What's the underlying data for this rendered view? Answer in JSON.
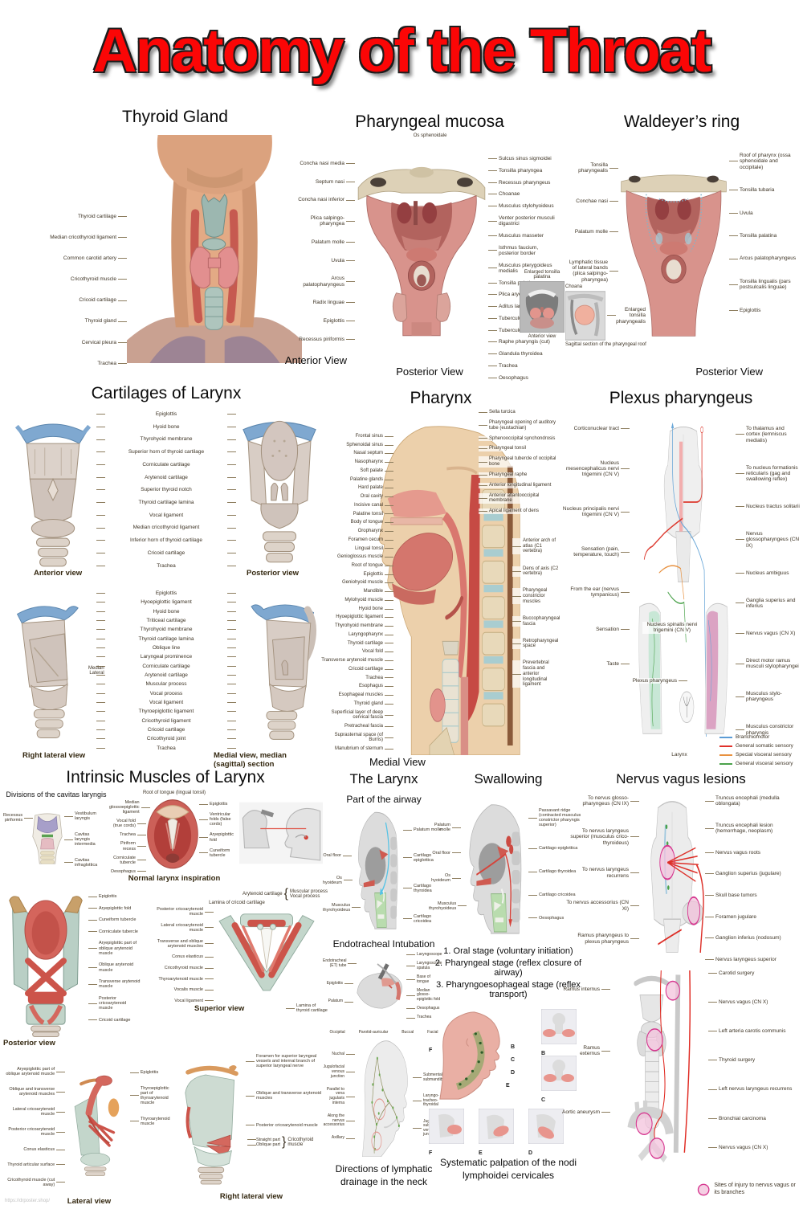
{
  "title": "Anatomy of the Throat",
  "watermark": "https://drposter.shop/",
  "sections": {
    "thyroid": {
      "title": "Thyroid Gland",
      "caption": "Anterior View",
      "labels": [
        "Thyroid cartilage",
        "Median cricothyroid ligament",
        "Common carotid artery",
        "Cricothyroid muscle",
        "Cricoid cartilage",
        "Thyroid gland",
        "Cervical pleura",
        "Trachea"
      ]
    },
    "mucosa": {
      "title": "Pharyngeal mucosa",
      "caption": "Posterior View",
      "top_label": "Os sphenoidale",
      "left_labels": [
        "Concha nasi media",
        "Septum nasi",
        "Concha nasi inferior",
        "Plica salpingo-pharyngea",
        "Palatum molle",
        "Uvula",
        "Arcus palatopharyngeus",
        "Radix linguae",
        "Epiglottis",
        "Recessus piriformis"
      ],
      "right_labels": [
        "Sulcus sinus sigmoidei",
        "Tonsilla pharyngea",
        "Recessus pharyngeus",
        "Choanae",
        "Musculus stylohyoideus",
        "Venter posterior musculi digastrici",
        "Musculus masseter",
        "Isthmus faucium, posterior border",
        "Musculus pterygoideus medialis",
        "Tonsilla palatina",
        "Plica aryepiglottica",
        "Aditus laryngis",
        "Tuberculum cuneiforme",
        "Tuberculum corniculatum",
        "Raphe pharyngis (cut)",
        "Glandula thyroidea",
        "Trachea",
        "Oesophagus"
      ],
      "inset_tonsil": {
        "label": "Enlarged tonsilla palatina",
        "caption": "Anterior view"
      }
    },
    "waldeyer": {
      "title": "Waldeyer’s ring",
      "caption": "Posterior View",
      "left_labels": [
        "Tonsilla pharyngealis",
        "Conchae nasi",
        "Palatum molle",
        "Lymphatic tissue of lateral bands (plica salpingo-pharyngea)"
      ],
      "right_labels": [
        "Roof of pharynx (ossa sphenoidale and occipitale)",
        "Tonsilla tubaria",
        "Uvula",
        "Tonsilla palatina",
        "Arcus palatopharyngeus",
        "Tonsilla lingualis (pars postsulcalis linguae)",
        "Epiglottis"
      ],
      "inset": {
        "top_label": "Choana",
        "side_label": "Enlarged tonsilla pharyngealis",
        "caption": "Sagittal section of the pharyngeal roof"
      }
    },
    "cartilages": {
      "title": "Cartilages of Larynx",
      "fig1": {
        "labels": [
          "Epiglottis",
          "Hyoid bone",
          "Thyrohyoid membrane",
          "Superior horn of thyroid cartilage",
          "Corniculate cartilage",
          "Arytenoid cartilage",
          "Superior thyroid notch",
          "Thyroid cartilage lamina",
          "Vocal ligament",
          "Median cricothyroid ligament",
          "Inferior horn of thyroid cartilage",
          "Cricoid cartilage",
          "Trachea"
        ],
        "caption_left": "Anterior view",
        "caption_right": "Posterior view"
      },
      "fig2": {
        "labels": [
          "Epiglottis",
          "Hyoepiglottic ligament",
          "Hyoid bone",
          "Triticeal cartilage",
          "Thyrohyoid membrane",
          "Thyroid cartilage lamina",
          "Oblique line",
          "Laryngeal prominence",
          "Corniculate cartilage",
          "Arytenoid cartilage",
          "Muscular process",
          "Vocal process",
          "Vocal ligament",
          "Thyroepiglottic ligament",
          "Cricothyroid ligament",
          "Cricoid cartilage",
          "Cricothyroid joint",
          "Trachea"
        ],
        "median": "Median",
        "lateral": "Lateral",
        "caption_left": "Right lateral view",
        "caption_right": "Medial view, median (sagittal) section"
      }
    },
    "pharynx": {
      "title": "Pharynx",
      "caption": "Medial View",
      "top_labels": [
        "Sella turcica",
        "Pharyngeal opening of auditory tube (eustachian)",
        "Sphenooccipital synchondrosis",
        "Pharyngeal tonsil",
        "Pharyngeal tubercle of occipital bone",
        "Pharyngeal raphe",
        "Anterior longitudinal ligament",
        "Anterior atlantooccipital membrane",
        "Apical ligament of dens"
      ],
      "left_labels": [
        "Frontal sinus",
        "Sphenoidal sinus",
        "Nasal septum",
        "Nasopharynx",
        "Soft palate",
        "Palatine glands",
        "Hard palate",
        "Oral cavity",
        "Incisive canal",
        "Palatine tonsil",
        "Body of tongue",
        "Oropharynx",
        "Foramen cecum",
        "Lingual tonsil",
        "Genioglossus muscle",
        "Root of tongue",
        "Epiglottis",
        "Geniohyoid muscle",
        "Mandible",
        "Mylohyoid muscle",
        "Hyoid bone",
        "Hyoepiglottic ligament",
        "Thyrohyoid membrane",
        "Laryngopharynx",
        "Thyroid cartilage",
        "Vocal fold",
        "Transverse arytenoid muscle",
        "Cricoid cartilage",
        "Trachea",
        "Esophagus",
        "Esophageal muscles",
        "Thyroid gland",
        "Superficial layer of deep cervical fascia",
        "Pretracheal fascia",
        "Suprasternal space (of Burns)",
        "Manubrium of sternum"
      ],
      "right_labels": [
        "Anterior arch of atlas (C1 vertebra)",
        "Dens of axis (C2 vertebra)",
        "Pharyngeal constrictor muscles",
        "Buccopharyngeal fascia",
        "Retropharyngeal space",
        "Prevertebral fascia and anterior longitudinal ligament"
      ]
    },
    "plexus": {
      "title": "Plexus pharyngeus",
      "left_labels": [
        "Corticonuclear tract",
        "Nucleus mesencephalicus nervi trigemini (CN V)",
        "Nucleus principalis nervi trigemini (CN V)",
        "Sensation (pain, temperature, touch)",
        "From the ear (nervus tympanicus)",
        "Sensation",
        "Taste"
      ],
      "right_labels": [
        "To thalamus and cortex (lemniscus medialis)",
        "To nucleus formationis reticularis (gag and swallowing reflex)",
        "Nucleus tractus solitarii",
        "Nervus glossopharyngeus (CN IX)",
        "Nucleus ambiguus",
        "Ganglia superius and inferius",
        "Nervus vagus (CN X)",
        "Direct motor ramus musculi stylopharyngei",
        "Musculus stylo-pharyngeus",
        "Musculus constrictor pharyngis"
      ],
      "center_labels": [
        "Nucleus spinalis nervi trigemini (CN V)",
        "Plexus pharyngeus",
        "Larynx"
      ],
      "legend": [
        {
          "color": "#5b9bd5",
          "label": "Branchiomotor"
        },
        {
          "color": "#e0312a",
          "label": "General somatic sensory"
        },
        {
          "color": "#e8913f",
          "label": "Special visceral sensory"
        },
        {
          "color": "#4ba24b",
          "label": "General visceral sensory"
        }
      ]
    },
    "intrinsic": {
      "title": "Intrinsic Muscles of Larynx",
      "divisions": {
        "heading": "Divisions of the cavitas laryngis",
        "left": [
          "Recessus piriformis"
        ],
        "right": [
          "Vestibulum laryngis",
          "Cavitas laryngis intermedia",
          "Cavitas infraglottica"
        ]
      },
      "inspiration": {
        "top": "Root of tongue (lingual tonsil)",
        "left": [
          "Median glossoepiglottic ligament",
          "Vocal fold (true cords)",
          "Trachea",
          "Piriform recess",
          "Corniculate tubercle",
          "Oesophagus"
        ],
        "right": [
          "Epiglottis",
          "Ventricular folds (false cords)",
          "Aryepiglottic fold",
          "Cuneiform tubercle"
        ],
        "caption": "Normal larynx inspiration"
      },
      "posterior": {
        "right": [
          "Epiglottis",
          "Aryepiglottic fold",
          "Cuneiform tubercle",
          "Corniculate tubercle",
          "Aryepiglottic part of oblique arytenoid muscle",
          "Oblique arytenoid muscle",
          "Transverse arytenoid muscle",
          "Posterior cricoarytenoid muscle",
          "Cricoid cartilage"
        ],
        "caption": "Posterior view"
      },
      "superior": {
        "bracket_label": "Arytenoid cartilage",
        "bracket_items": [
          "Muscular process",
          "Vocal process"
        ],
        "top_label": "Lamina of cricoid cartilage",
        "left": [
          "Posterior cricoarytenoid muscle",
          "Lateral cricoarytenoid muscle",
          "Transverse and oblique arytenoid muscles",
          "Conus elasticus",
          "Cricothyroid muscle",
          "Thyroarytenoid muscle",
          "Vocalis muscle",
          "Vocal ligament"
        ],
        "right": [
          "Lamina of thyroid cartilage"
        ],
        "caption": "Superior view"
      },
      "lateral": {
        "left": [
          "Aryepiglottic part of oblique arytenoid muscle",
          "Oblique and transverse arytenoid muscles",
          "Lateral cricoarytenoid muscle",
          "Posterior cricoarytenoid muscle",
          "Conus elasticus",
          "Thyroid articular surface",
          "Cricothyroid muscle (cut away)"
        ],
        "right": [
          "Epiglottis",
          "Thyroepiglottic part of thyroarytenoid muscle",
          "Thyroarytenoid muscle"
        ],
        "caption": "Lateral view"
      },
      "right_lateral": {
        "right": [
          "Foramen for superior laryngeal vessels and internal branch of superior laryngeal nerve",
          "Oblique and transverse arytenoid muscles",
          "Posterior cricoarytenoid muscle"
        ],
        "bracket_items": [
          "Straight part",
          "Oblique part"
        ],
        "bracket_label": "Cricothyroid muscle",
        "caption": "Right lateral view"
      }
    },
    "larynx": {
      "title": "The Larynx",
      "subtitle": "Part of the airway",
      "left": [
        "Oral floor",
        "Os hyoideum",
        "Musculus thyrohyoideus"
      ],
      "right": [
        "Palatum molle",
        "Cartilago epiglottica",
        "Cartilago thyroidea",
        "Cartilago cricoidea"
      ]
    },
    "intubation": {
      "title": "Endotracheal Intubation",
      "left": [
        "Endotracheal (ET) tube",
        "Epiglottis",
        "Palatum"
      ],
      "right": [
        "Laryngoscope",
        "Laryngoscope spatula",
        "Base of tongue",
        "Median glosso-epiglottic fold",
        "Oesophagus",
        "Trachea"
      ]
    },
    "lymph": {
      "caption": "Directions of lymphatic drainage in the neck",
      "top": [
        "Occipital",
        "Parotid-auricular",
        "Buccal",
        "Facial"
      ],
      "left": [
        "Nuchal",
        "Jugulofacial venous junction",
        "Parallel to vena jugularis interna",
        "Along the nervus accessorius",
        "Axillary"
      ],
      "right": [
        "Submental-submandibular",
        "Laryngo-tracheo-thyroidal",
        "Jugulo-subclavian venous junction"
      ]
    },
    "swallowing": {
      "title": "Swallowing",
      "left": [
        "Palatum molle",
        "Oral floor",
        "Os hyoideum",
        "Musculus thyrohyoideus"
      ],
      "right": [
        "Passavant ridge (contracted musculus constrictor pharyngis superior)",
        "Cartilago epiglottica",
        "Cartilago thyroidea",
        "Cartilago cricoidea",
        "Oesophagus"
      ],
      "stages": [
        "1. Oral stage (voluntary initiation)",
        "2. Pharyngeal stage (reflex closure of airway)",
        "3. Pharyngoesophageal stage (reflex transport)"
      ]
    },
    "palpation": {
      "caption": "Systematic palpation of the nodi lymphoidei cervicales",
      "letters": [
        "F",
        "B",
        "C",
        "D",
        "E"
      ],
      "panels": [
        "B",
        "C",
        "F",
        "E",
        "D"
      ]
    },
    "vagus": {
      "title": "Nervus vagus lesions",
      "top_left": [
        "To nervus glosso-pharyngeus (CN IX)",
        "To nervus laryngeus superior (musculus crico-thyroideus)",
        "To nervus laryngeus recurrens",
        "To nervus accessorius (CN XI)",
        "Ramus pharyngeus to plexus pharyngeus"
      ],
      "top_right": [
        "Truncus encephali (medulla oblongata)",
        "Truncus encephali lesion (hemorrhage, neoplasm)",
        "Nervus vagus roots",
        "Ganglion superius (jugulare)",
        "Skull base tumors",
        "Foramen jugulare",
        "Ganglion inferius (nodosum)",
        "Nervus laryngeus superior"
      ],
      "bottom_left": [
        "Ramus internus",
        "Ramus externus",
        "Aortic aneurysm"
      ],
      "bottom_right": [
        "Carotid surgery",
        "Nervus vagus (CN X)",
        "Left arteria carotis communis",
        "Thyroid surgery",
        "Left nervus laryngeus recurrens",
        "Bronchial carcinoma",
        "Nervus vagus (CN X)"
      ],
      "legend": "Sites of injury to nervus vagus or its branches"
    }
  }
}
